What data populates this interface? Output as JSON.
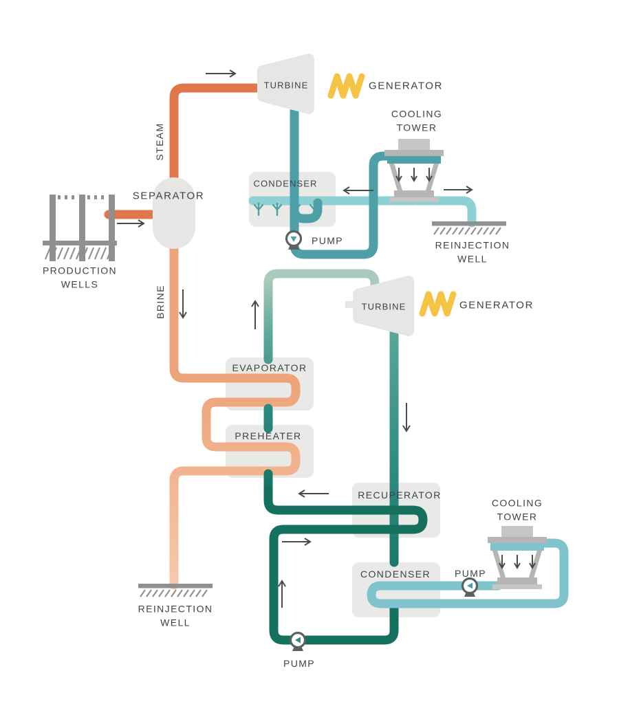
{
  "diagram": {
    "title_implicit": "Geothermal combined-cycle power plant flow diagram",
    "flash_cycle": {
      "production_wells": "PRODUCTION WELLS",
      "separator": "SEPARATOR",
      "steam_line": "STEAM",
      "brine_line": "BRINE",
      "turbine": "TURBINE",
      "generator": "GENERATOR",
      "cooling_tower": "COOLING TOWER",
      "condenser": "CONDENSER",
      "pump": "PUMP",
      "reinjection_well": "REINJECTION WELL"
    },
    "binary_cycle": {
      "turbine": "TURBINE",
      "generator": "GENERATOR",
      "evaporator": "EVAPORATOR",
      "preheater": "PREHEATER",
      "recuperator": "RECUPERATOR",
      "condenser": "CONDENSER",
      "pump_cooling": "PUMP",
      "pump_feed": "PUMP",
      "cooling_tower": "COOLING TOWER",
      "reinjection_well": "REINJECTION WELL"
    }
  },
  "colors": {
    "steam": "#e0764c",
    "brine": "#eda47b",
    "brine_light": "#f6c9aa",
    "teal": "#4f9fa8",
    "teal_light": "#8fd0d4",
    "blue_light": "#7fc4cc",
    "sage": "#a9cbbc",
    "green_mid": "#5da89a",
    "green_teal": "#2e8b80",
    "green_deep": "#1d7869",
    "green_dark": "#15705e",
    "box": "#e9e9e7",
    "shape": "#e6e6e4",
    "metal": "#909090",
    "metal_light": "#b5b5b3",
    "metal_lighter": "#c6c6c4",
    "text": "#3c4444",
    "arrow": "#4a4a4a",
    "yellow": "#f5c445",
    "pump_ring": "#5b6161"
  }
}
